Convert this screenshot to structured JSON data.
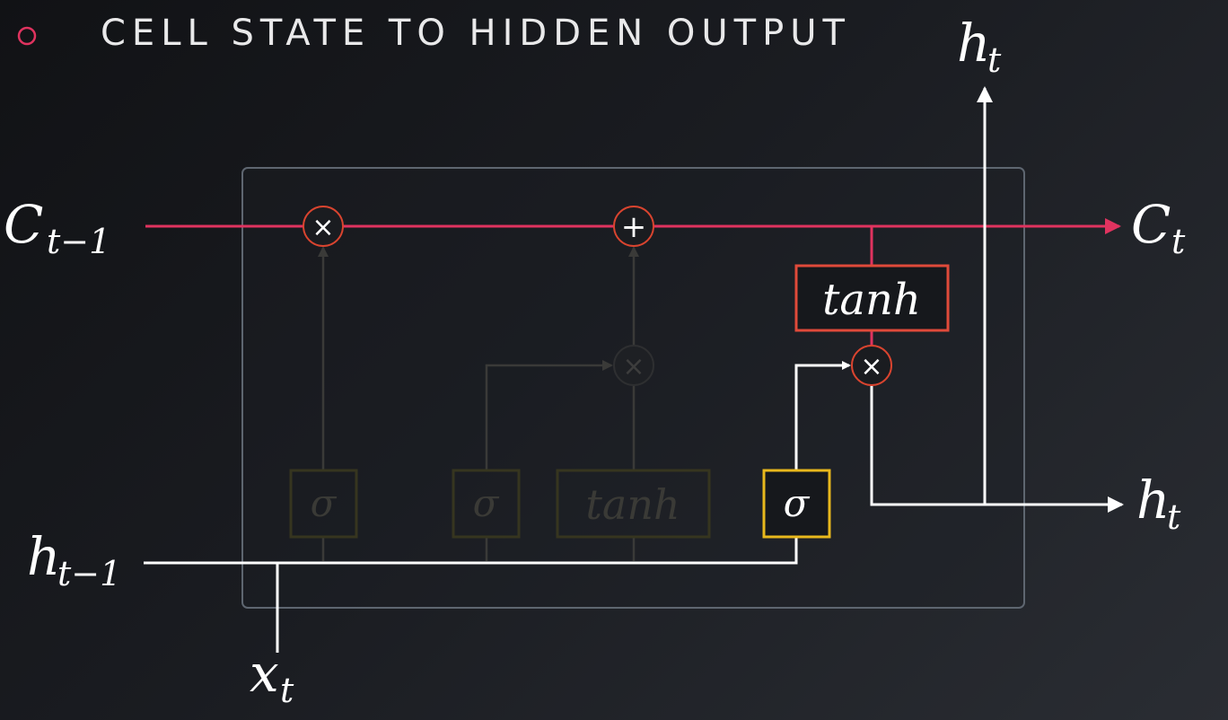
{
  "header": {
    "title": "CELL STATE TO HIDDEN OUTPUT"
  },
  "labels": {
    "c_prev_main": "C",
    "c_prev_sub": "t−1",
    "c_next_main": "C",
    "c_next_sub": "t",
    "h_prev_main": "h",
    "h_prev_sub": "t−1",
    "h_top_main": "h",
    "h_top_sub": "t",
    "h_right_main": "h",
    "h_right_sub": "t",
    "x_main": "x",
    "x_sub": "t"
  },
  "gates": {
    "forget_sigma": "σ",
    "input_sigma": "σ",
    "candidate_tanh": "tanh",
    "output_sigma": "σ",
    "cell_tanh": "tanh"
  },
  "ops": {
    "multiply": "×",
    "add": "+"
  },
  "colors": {
    "cell_state": "#e0335f",
    "hidden": "#ffffff",
    "output_gate": "#e8b81c",
    "tanh_box": "#e04a3a",
    "op_ring": "#d9442f",
    "box_border": "#5e6670",
    "dim": "#3a3a38"
  }
}
